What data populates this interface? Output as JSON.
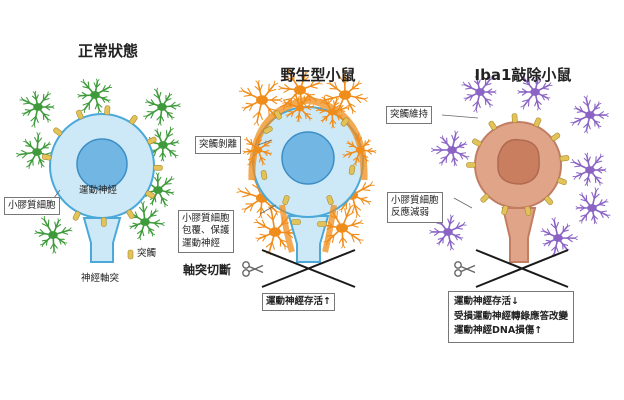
{
  "panels": {
    "normal": {
      "title": "正常狀態"
    },
    "wildtype": {
      "title": "野生型小鼠"
    },
    "knockout": {
      "title": "Iba1敲除小鼠"
    }
  },
  "labels": {
    "normal_microglia": "小膠質細胞",
    "normal_neuron": "運動神經",
    "normal_axon": "神經軸突",
    "normal_bouton": "突觸",
    "wt_synapse_stripping": "突觸剝離",
    "wt_microglia_action": "小膠質細胞\n包覆、保護\n運動神經",
    "axotomy": "軸突切斷",
    "wt_result": "運動神經存活↑",
    "ko_synapse_maintained": "突觸維持",
    "ko_microglia": "小膠質細胞\n反應減弱",
    "ko_result_1": "運動神經存活↓",
    "ko_result_2": "受損運動神經轉錄應答改變",
    "ko_result_3": "運動神經DNA損傷↑"
  },
  "colors": {
    "resting_microglia": "#3e9a3a",
    "activated_microglia": "#f08c1a",
    "knockout_microglia": "#8a63c4",
    "neuron_fill": "#cde9f7",
    "nucleus_fill": "#72b6e4",
    "damaged_neuron_fill": "#e0a489",
    "damaged_nucleus_fill": "#c97e5f",
    "bouton": "#e2c35a"
  }
}
